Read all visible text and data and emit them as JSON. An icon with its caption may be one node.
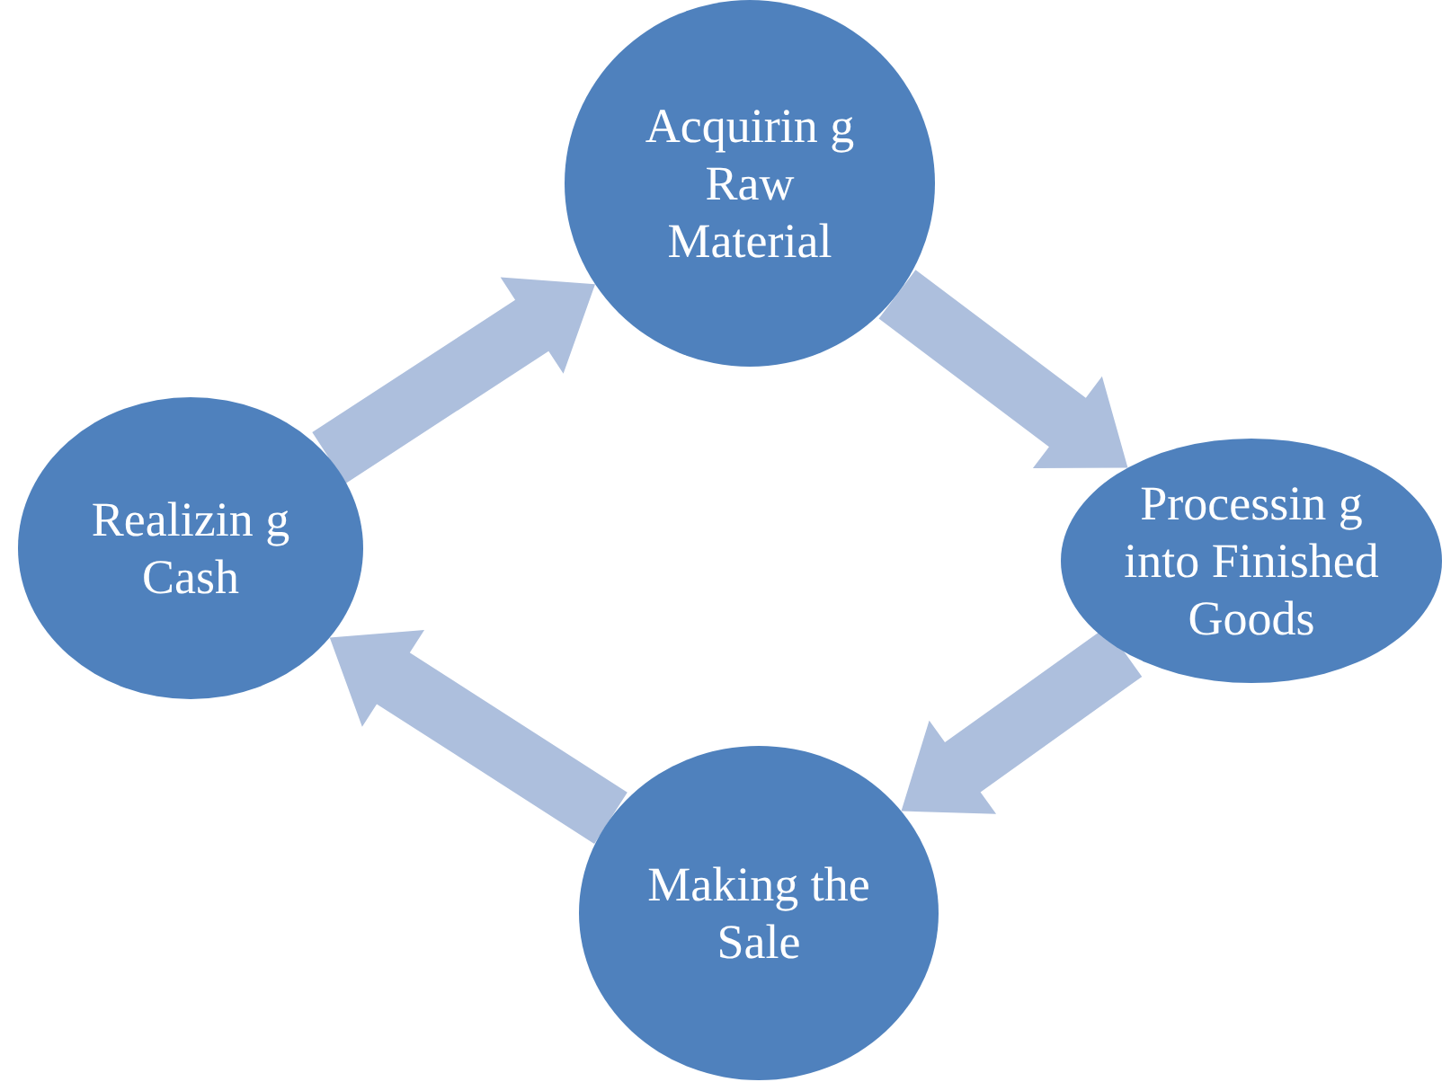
{
  "diagram": {
    "nodes": [
      {
        "text": [
          "Acquirin g Raw Material"
        ]
      },
      {
        "text": [
          "Processin g into Finished Goods"
        ]
      },
      {
        "text": [
          "Making the Sale"
        ]
      },
      {
        "text": [
          "Realizin g Cash"
        ]
      }
    ],
    "edges": [
      {
        "from": 0,
        "to": 1,
        "arrow": "to"
      },
      {
        "from": 1,
        "to": 2,
        "arrow": "to"
      },
      {
        "from": 2,
        "to": 3,
        "arrow": "to"
      },
      {
        "from": 3,
        "to": 0,
        "arrow": "to"
      }
    ]
  }
}
